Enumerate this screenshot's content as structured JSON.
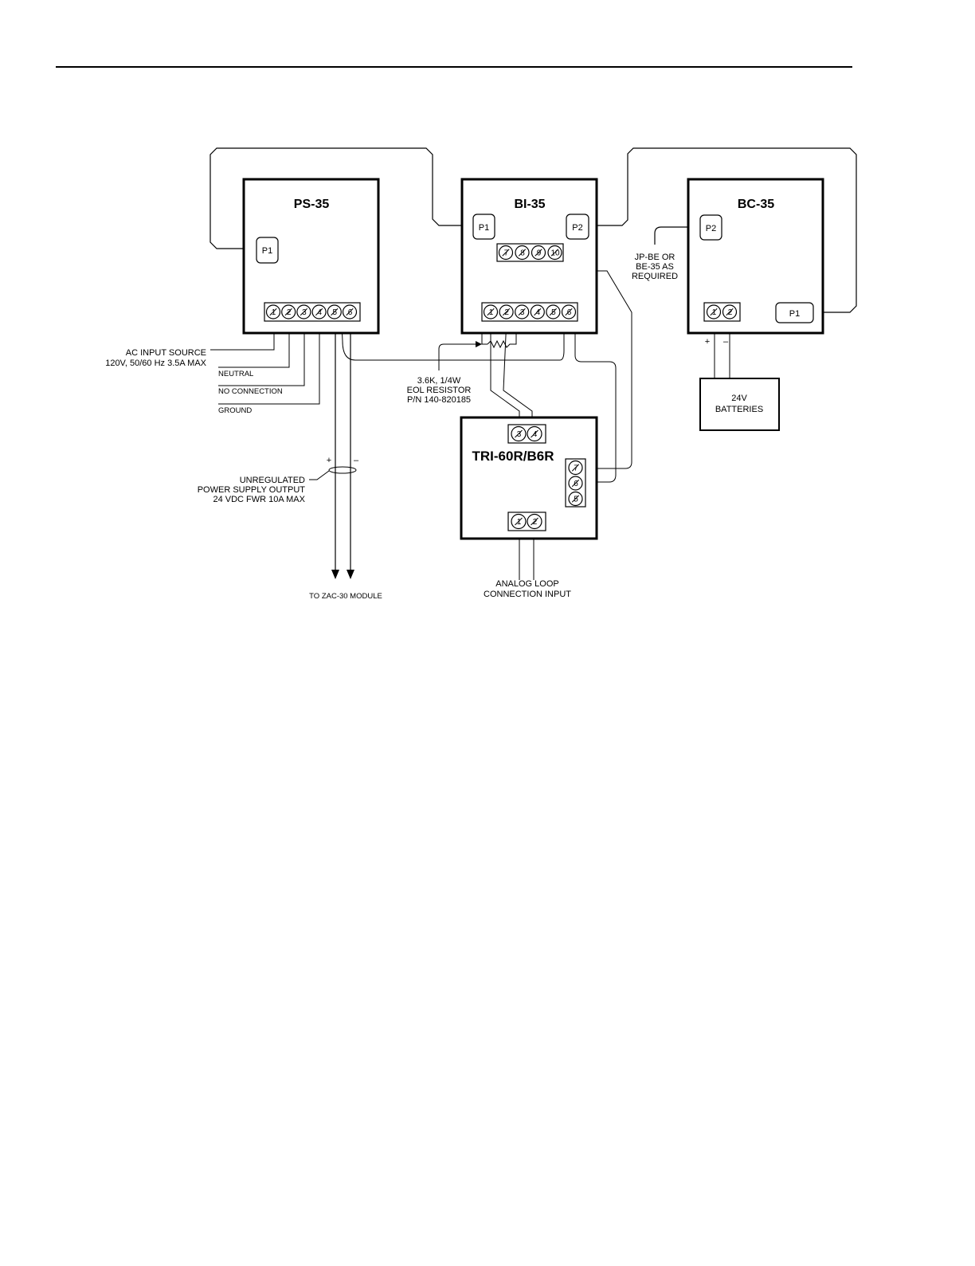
{
  "modules": {
    "ps35": {
      "title": "PS-35",
      "port": "P1"
    },
    "bi35": {
      "title": "BI-35",
      "port1": "P1",
      "port2": "P2"
    },
    "bc35": {
      "title": "BC-35",
      "port1": "P1",
      "port2": "P2"
    },
    "tri": {
      "title": "TRI-60R/B6R"
    },
    "batteries": {
      "line1": "24V",
      "line2": "BATTERIES"
    }
  },
  "terminals": {
    "ps35": [
      "1",
      "2",
      "3",
      "4",
      "5",
      "6"
    ],
    "bi35_lower": [
      "1",
      "2",
      "3",
      "4",
      "5",
      "6"
    ],
    "bi35_upper": [
      "7",
      "8",
      "9",
      "10"
    ],
    "bc35": [
      "1",
      "2"
    ],
    "tri_top": [
      "3",
      "4"
    ],
    "tri_side": [
      "7",
      "6",
      "5"
    ],
    "tri_bottom": [
      "1",
      "2"
    ]
  },
  "labels": {
    "ac_input_1": "AC INPUT SOURCE",
    "ac_input_2": "120V, 50/60 Hz 3.5A MAX",
    "neutral": "NEUTRAL",
    "no_connection": "NO CONNECTION",
    "ground": "GROUND",
    "unreg_1": "UNREGULATED",
    "unreg_2": "POWER SUPPLY OUTPUT",
    "unreg_3": "24 VDC FWR 10A MAX",
    "plus": "+",
    "minus": "–",
    "to_zac": "TO ZAC-30 MODULE",
    "resistor_1": "3.6K, 1/4W",
    "resistor_2": "EOL RESISTOR",
    "resistor_3": "P/N 140-820185",
    "jp_1": "JP-BE OR",
    "jp_2": "BE-35 AS",
    "jp_3": "REQUIRED",
    "analog_1": "ANALOG LOOP",
    "analog_2": "CONNECTION INPUT"
  }
}
